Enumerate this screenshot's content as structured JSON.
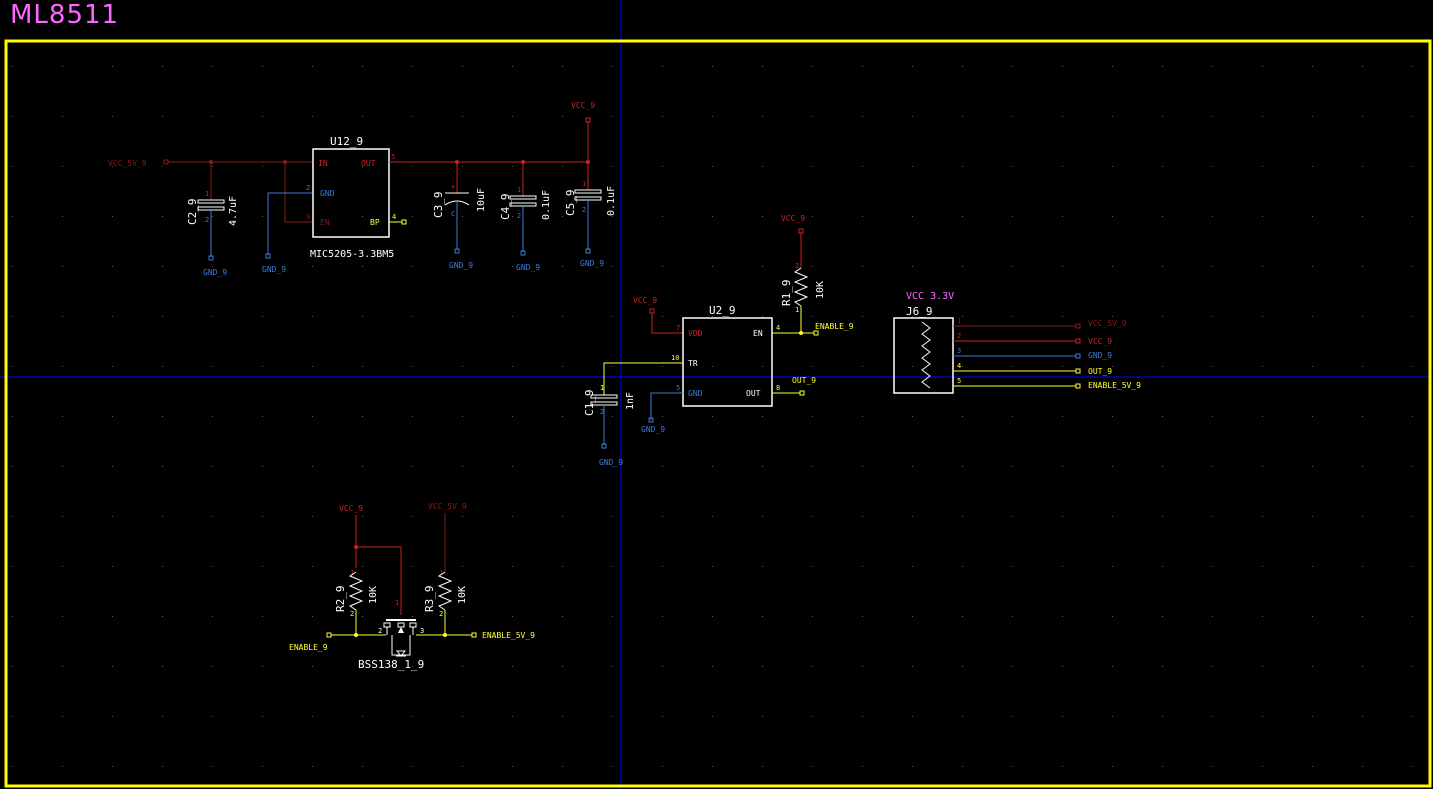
{
  "sheet_title": "ML8511",
  "colors": {
    "power": "#cc2222",
    "power_dark": "#8b1a1a",
    "ground": "#3a7bd5",
    "signal": "#ffff33",
    "part": "#ffffff",
    "frame": "#ffff00",
    "crosshair": "#0000ff",
    "title": "#ff66ff"
  },
  "regulator": {
    "ref": "U12_9",
    "part": "MIC5205-3.3BM5",
    "pin_in": "IN",
    "pin_gnd": "GND",
    "pin_en": "EN",
    "pin_out": "OUT",
    "pin_bp": "BP",
    "n_out": "5",
    "n_gnd": "2",
    "n_en": "3",
    "n_bp": "4"
  },
  "caps": [
    {
      "ref": "C2_9",
      "value": "4.7uF",
      "p1": "1",
      "p2": "2"
    },
    {
      "ref": "C3_9",
      "value": "10uF",
      "p1": "+",
      "p2": "C"
    },
    {
      "ref": "C4_9",
      "value": "0.1uF",
      "p1": "1",
      "p2": "2"
    },
    {
      "ref": "C5_9",
      "value": "0.1uF",
      "p1": "1",
      "p2": "2"
    },
    {
      "ref": "C1_9",
      "value": "1nF",
      "p1": "1",
      "p2": "2"
    }
  ],
  "sensor": {
    "ref": "U2_9",
    "pin_vdd": "VDD",
    "pin_en": "EN",
    "pin_tr": "TR",
    "pin_gnd": "GND",
    "pin_out": "OUT",
    "n_vdd": "7",
    "n_en": "4",
    "n_tr": "10",
    "n_gnd": "5",
    "n_out": "8"
  },
  "resistors": [
    {
      "ref": "R1_9",
      "value": "10K",
      "p1": "1",
      "p2": "2"
    },
    {
      "ref": "R2_9",
      "value": "10K",
      "p1": "1",
      "p2": "2"
    },
    {
      "ref": "R3_9",
      "value": "10K",
      "p1": "1",
      "p2": "2"
    }
  ],
  "connector": {
    "ref": "J6_9",
    "value": "VCC 3.3V",
    "pins": [
      "1",
      "2",
      "3",
      "4",
      "5"
    ],
    "nets": [
      "VCC_5V_9",
      "VCC_9",
      "GND_9",
      "OUT_9",
      "ENABLE_5V_9"
    ]
  },
  "mosfet": {
    "ref": "BSS138_1_9",
    "pin_g": "1",
    "pin_s": "2",
    "pin_d": "3"
  },
  "nets": {
    "vcc": "VCC_9",
    "vcc5": "VCC_5V_9",
    "gnd": "GND_9",
    "enable": "ENABLE_9",
    "enable5": "ENABLE_5V_9",
    "out": "OUT_9"
  }
}
